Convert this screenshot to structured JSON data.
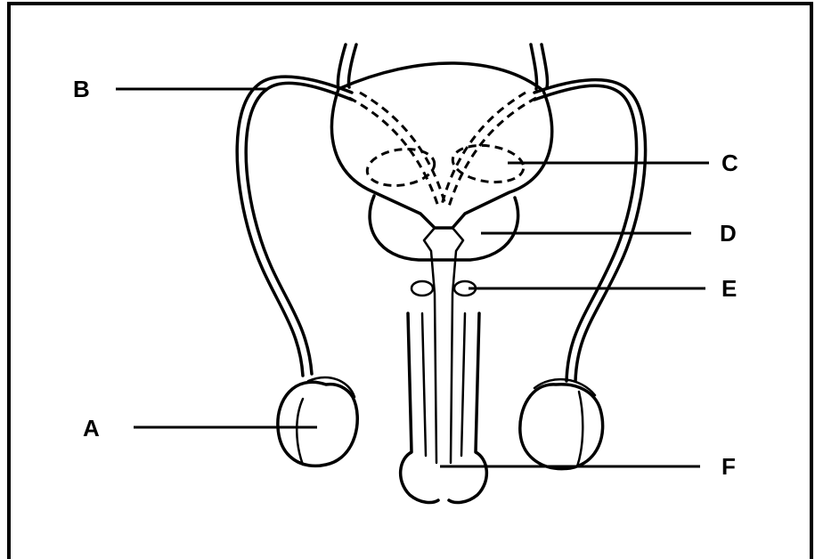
{
  "labels": {
    "A": "A",
    "B": "B",
    "C": "C",
    "D": "D",
    "E": "E",
    "F": "F"
  }
}
